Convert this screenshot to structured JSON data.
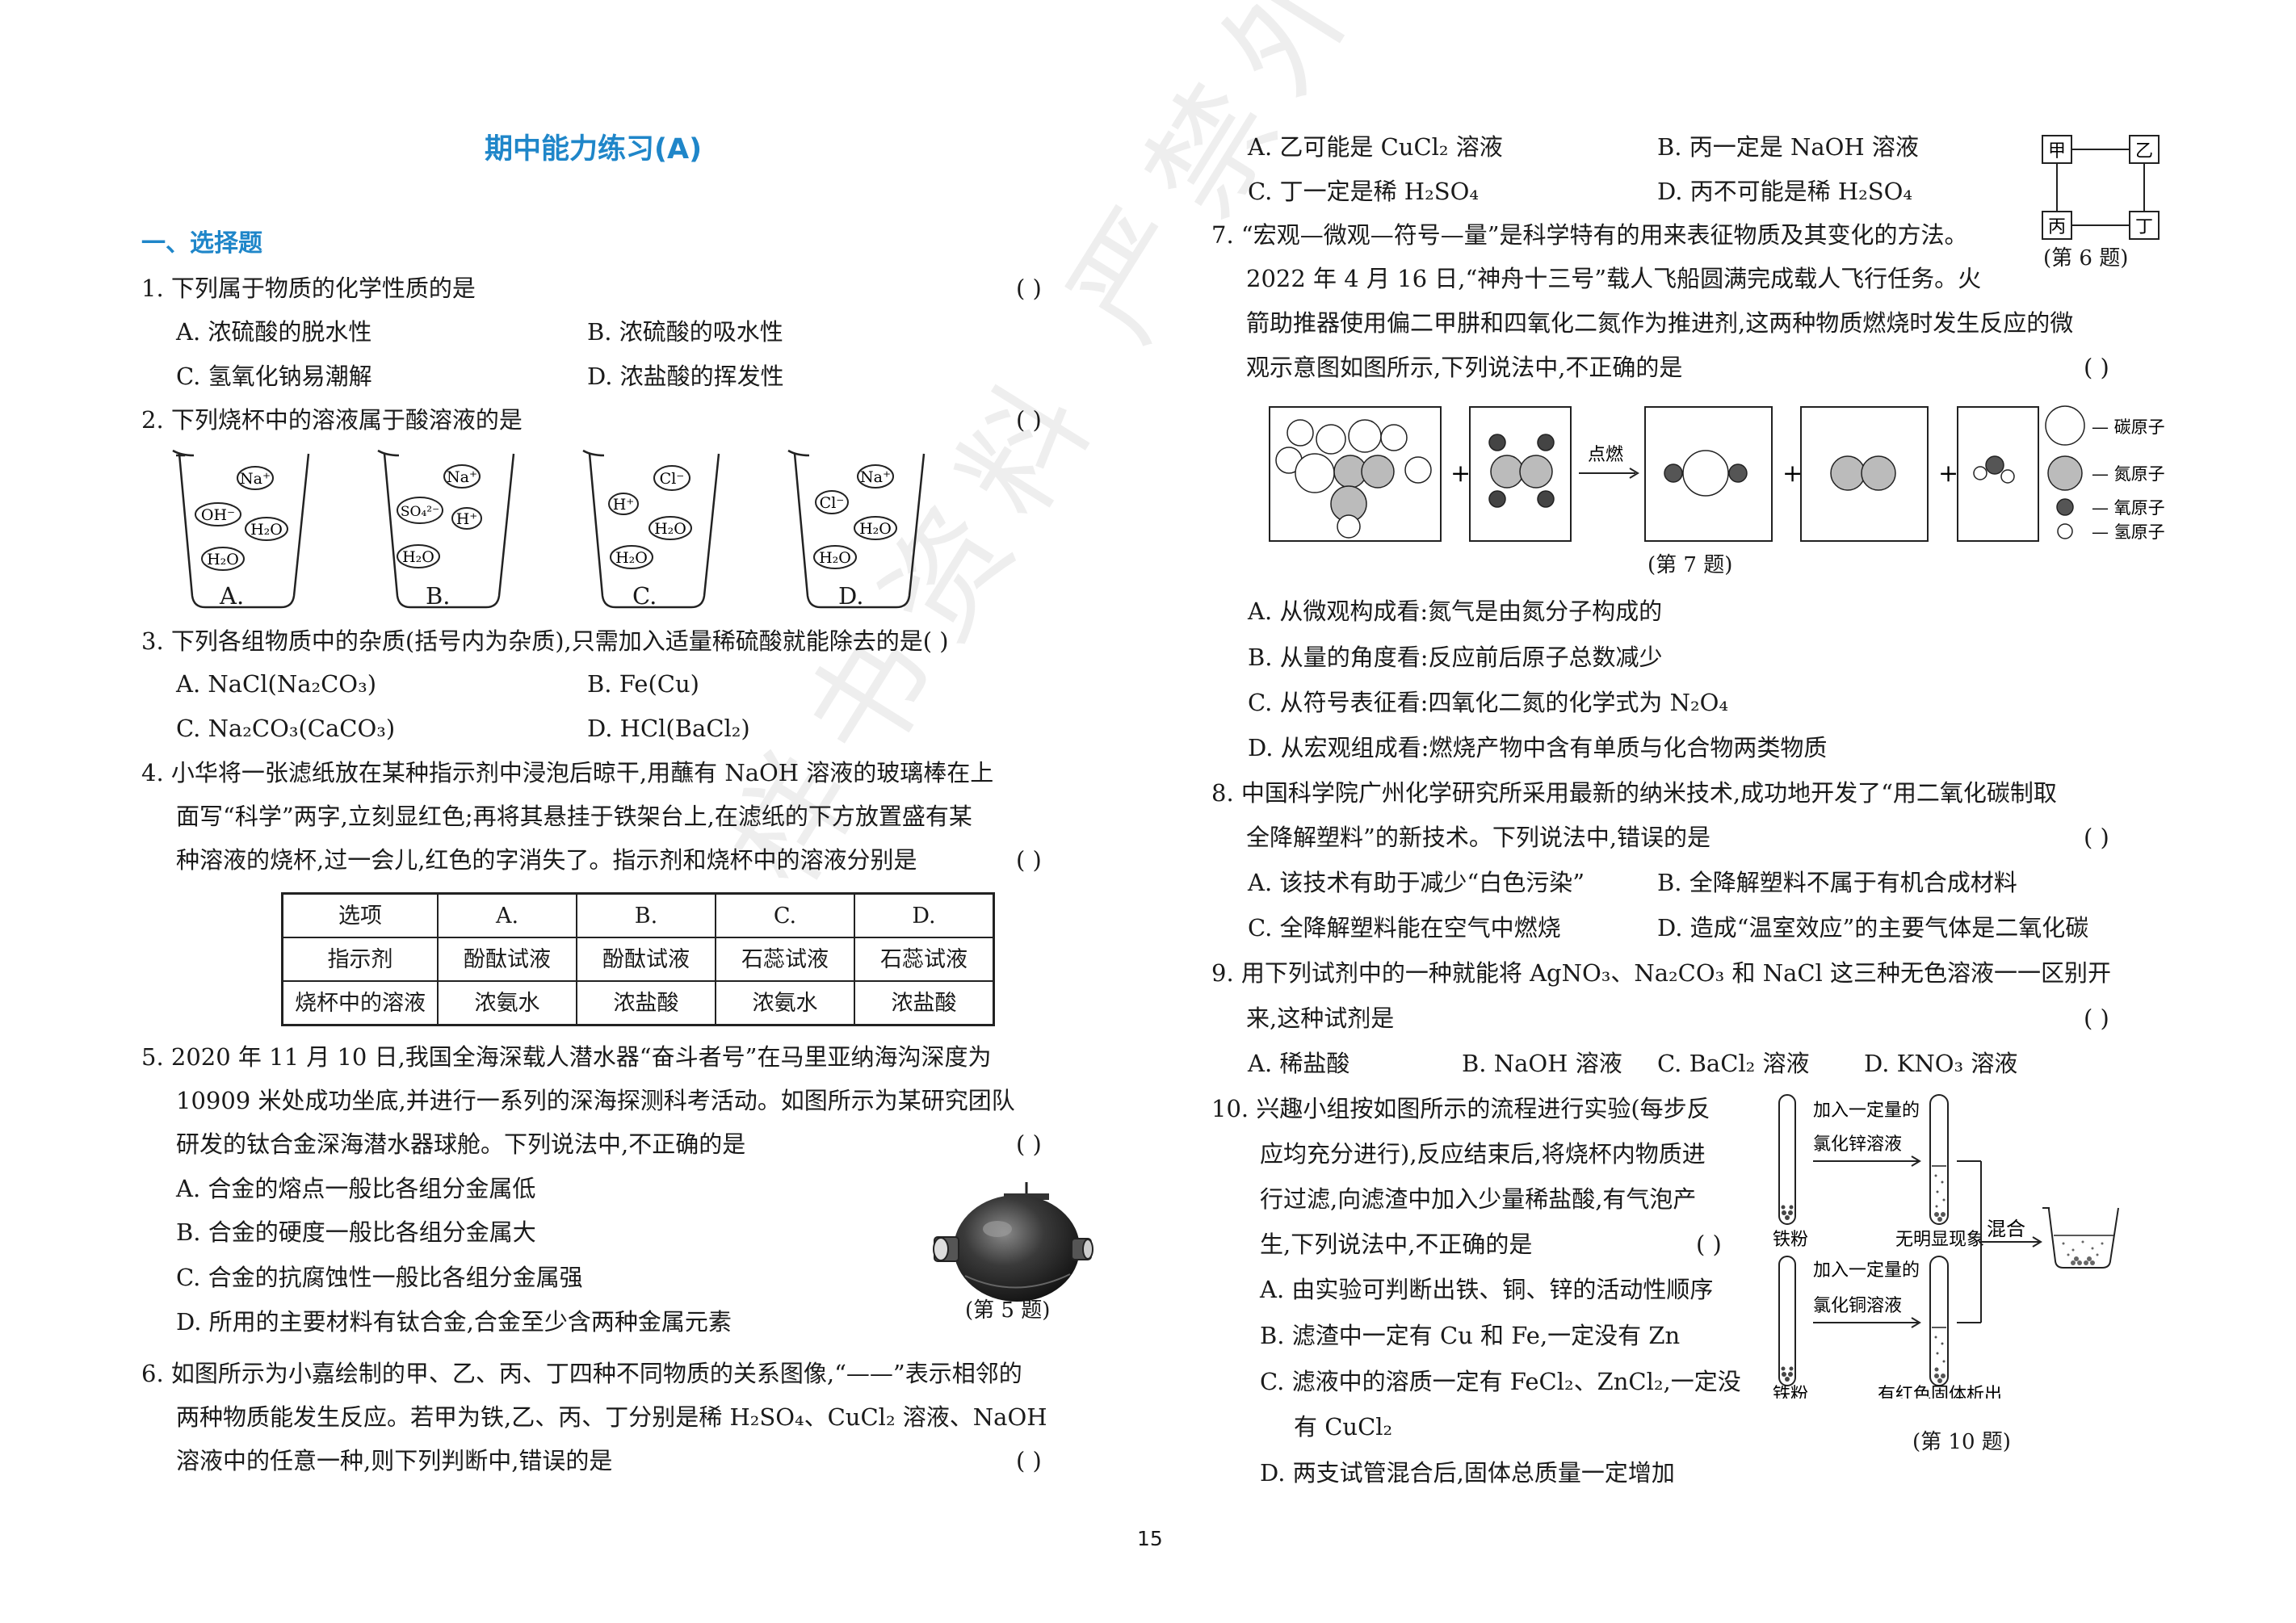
{
  "page": {
    "title": "期中能力练习(A)",
    "section": "一、选择题",
    "page_number": "15",
    "watermark": "样书资料 严禁外传"
  },
  "q1": {
    "stem": "1. 下列属于物质的化学性质的是",
    "paren": "(      )",
    "A": "A. 浓硫酸的脱水性",
    "B": "B. 浓硫酸的吸水性",
    "C": "C. 氢氧化钠易潮解",
    "D": "D. 浓盐酸的挥发性"
  },
  "q2": {
    "stem": "2. 下列烧杯中的溶液属于酸溶液的是",
    "paren": "(      )",
    "beaker_labels": [
      "A.",
      "B.",
      "C.",
      "D."
    ],
    "ions": {
      "A": [
        "Na⁺",
        "OH⁻",
        "H₂O",
        "H₂O"
      ],
      "B": [
        "Na⁺",
        "SO₄²⁻",
        "H⁺",
        "H₂O"
      ],
      "C": [
        "Cl⁻",
        "H⁺",
        "H₂O",
        "H₂O"
      ],
      "D": [
        "Na⁺",
        "Cl⁻",
        "H₂O",
        "H₂O"
      ]
    }
  },
  "q3": {
    "stem": "3. 下列各组物质中的杂质(括号内为杂质),只需加入适量稀硫酸就能除去的是(      )",
    "A": "A. NaCl(Na₂CO₃)",
    "B": "B. Fe(Cu)",
    "C": "C. Na₂CO₃(CaCO₃)",
    "D": "D. HCl(BaCl₂)"
  },
  "q4": {
    "lines": [
      "4. 小华将一张滤纸放在某种指示剂中浸泡后晾干,用蘸有 NaOH 溶液的玻璃棒在上",
      "面写“科学”两字,立刻显红色;再将其悬挂于铁架台上,在滤纸的下方放置盛有某",
      "种溶液的烧杯,过一会儿,红色的字消失了。指示剂和烧杯中的溶液分别是"
    ],
    "paren": "(      )",
    "table": [
      [
        "选项",
        "A.",
        "B.",
        "C.",
        "D."
      ],
      [
        "指示剂",
        "酚酞试液",
        "酚酞试液",
        "石蕊试液",
        "石蕊试液"
      ],
      [
        "烧杯中的溶液",
        "浓氨水",
        "浓盐酸",
        "浓氨水",
        "浓盐酸"
      ]
    ]
  },
  "q5": {
    "lines": [
      "5. 2020 年 11 月 10 日,我国全海深载人潜水器“奋斗者号”在马里亚纳海沟深度为",
      "10909 米处成功坐底,并进行一系列的深海探测科考活动。如图所示为某研究团队",
      "研发的钛合金深海潜水器球舱。下列说法中,不正确的是"
    ],
    "paren": "(      )",
    "A": "A. 合金的熔点一般比各组分金属低",
    "B": "B. 合金的硬度一般比各组分金属大",
    "C": "C. 合金的抗腐蚀性一般比各组分金属强",
    "D": "D. 所用的主要材料有钛合金,合金至少含两种金属元素",
    "caption": "(第 5 题)"
  },
  "q6": {
    "lines": [
      "6. 如图所示为小嘉绘制的甲、乙、丙、丁四种不同物质的关系图像,“——”表示相邻的",
      "两种物质能发生反应。若甲为铁,乙、丙、丁分别是稀 H₂SO₄、CuCl₂ 溶液、NaOH",
      "溶液中的任意一种,则下列判断中,错误的是"
    ],
    "paren": "(      )",
    "A": "A. 乙可能是 CuCl₂ 溶液",
    "B": "B. 丙一定是 NaOH 溶液",
    "C": "C. 丁一定是稀 H₂SO₄",
    "D": "D. 丙不可能是稀 H₂SO₄",
    "diagram": [
      "甲",
      "乙",
      "丙",
      "丁"
    ],
    "caption": "(第 6 题)"
  },
  "q7": {
    "lines": [
      "7. “宏观—微观—符号—量”是科学特有的用来表征物质及其变化的方法。",
      "2022 年 4 月 16 日,“神舟十三号”载人飞船圆满完成载人飞行任务。火",
      "箭助推器使用偏二甲肼和四氧化二氮作为推进剂,这两种物质燃烧时发生反应的微",
      "观示意图如图所示,下列说法中,不正确的是"
    ],
    "paren": "(      )",
    "arrow_label": "点燃",
    "plus": "+",
    "legend": [
      "— 碳原子",
      "— 氮原子",
      "— 氧原子",
      "— 氢原子"
    ],
    "caption": "(第 7 题)",
    "A": "A. 从微观构成看:氮气是由氮分子构成的",
    "B": "B. 从量的角度看:反应前后原子总数减少",
    "C": "C. 从符号表征看:四氧化二氮的化学式为 N₂O₄",
    "D": "D. 从宏观组成看:燃烧产物中含有单质与化合物两类物质"
  },
  "q8": {
    "lines": [
      "8. 中国科学院广州化学研究所采用最新的纳米技术,成功地开发了“用二氧化碳制取",
      "全降解塑料”的新技术。下列说法中,错误的是"
    ],
    "paren": "(      )",
    "A": "A. 该技术有助于减少“白色污染”",
    "B": "B. 全降解塑料不属于有机合成材料",
    "C": "C. 全降解塑料能在空气中燃烧",
    "D": "D. 造成“温室效应”的主要气体是二氧化碳"
  },
  "q9": {
    "lines": [
      "9. 用下列试剂中的一种就能将 AgNO₃、Na₂CO₃ 和 NaCl 这三种无色溶液一一区别开",
      "来,这种试剂是"
    ],
    "paren": "(      )",
    "A": "A. 稀盐酸",
    "B": "B. NaOH 溶液",
    "C": "C. BaCl₂ 溶液",
    "D": "D. KNO₃ 溶液"
  },
  "q10": {
    "lines": [
      "10. 兴趣小组按如图所示的流程进行实验(每步反",
      "应均充分进行),反应结束后,将烧杯内物质进",
      "行过滤,向滤渣中加入少量稀盐酸,有气泡产",
      "生,下列说法中,不正确的是"
    ],
    "paren": "(      )",
    "A": "A. 由实验可判断出铁、铜、锌的活动性顺序",
    "B": "B. 滤渣中一定有 Cu 和 Fe,一定没有 Zn",
    "C1": "C. 滤液中的溶质一定有 FeCl₂、ZnCl₂,一定没",
    "C2": "有 CuCl₂",
    "D": "D. 两支试管混合后,固体总质量一定增加",
    "diagram": {
      "add1_l1": "加入一定量的",
      "add1_l2": "氯化锌溶液",
      "add2_l1": "加入一定量的",
      "add2_l2": "氯化铜溶液",
      "iron1": "铁粉",
      "iron2": "铁粉",
      "result1": "无明显现象",
      "result2": "有红色固体析出",
      "mix": "混合"
    },
    "caption": "(第 10 题)"
  }
}
